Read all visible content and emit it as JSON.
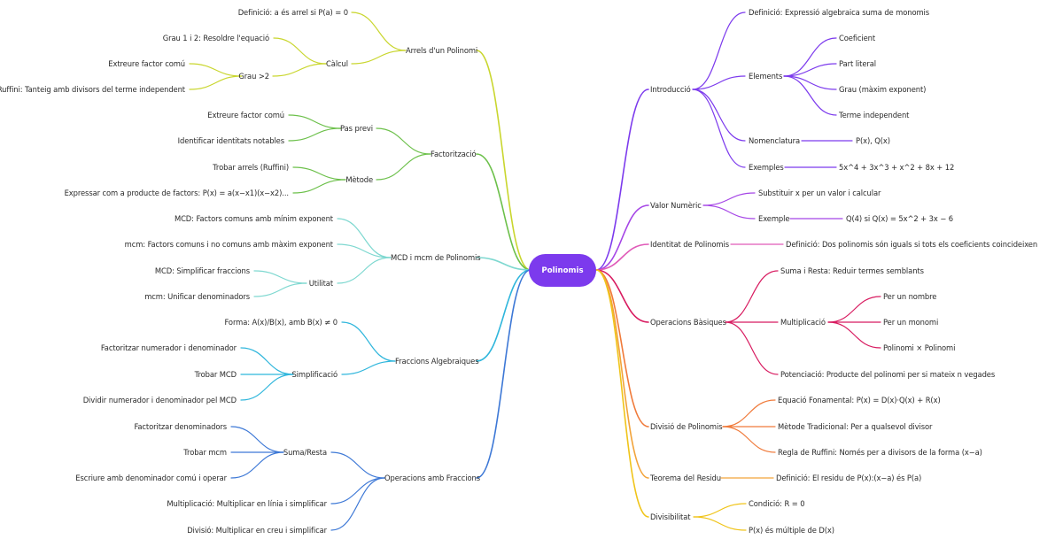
{
  "root": {
    "label": "Polinomis",
    "color": "#7c3aed"
  },
  "colors": {
    "arrels": "#c9d62e",
    "factoritzacio": "#6cc04a",
    "mcd": "#7ed8d0",
    "fraccions": "#2fb6dc",
    "operacions_fraccions": "#3d78d6",
    "introduccio": "#7c3aed",
    "valor": "#a545e6",
    "identitat": "#e05ab8",
    "operacions": "#d81b60",
    "divisio": "#f07a3a",
    "residu": "#f2a33a",
    "divisibilitat": "#f0c419"
  },
  "left": {
    "arrels": {
      "label": "Arrels d'un Polinomi",
      "definicio": "Definició: a és arrel si P(a) = 0",
      "calcul": {
        "label": "Càlcul",
        "grau12": "Grau 1 i 2: Resoldre l'equació",
        "grau2": {
          "label": "Grau >2",
          "factor": "Extreure factor comú",
          "ruffini": "Ruffini: Tanteig amb divisors del terme independent"
        }
      }
    },
    "factoritzacio": {
      "label": "Factorització",
      "pas_previ": {
        "label": "Pas previ",
        "factor": "Extreure factor comú",
        "identitats": "Identificar identitats notables"
      },
      "metode": {
        "label": "Mètode",
        "arrels": "Trobar arrels (Ruffini)",
        "producte": "Expressar com a producte de factors: P(x) = a(x−x1)(x−x2)..."
      }
    },
    "mcd": {
      "label": "MCD i mcm de Polinomis",
      "mcd_def": "MCD: Factors comuns amb mínim exponent",
      "mcm_def": "mcm: Factors comuns i no comuns amb màxim exponent",
      "utilitat": {
        "label": "Utilitat",
        "mcd": "MCD: Simplificar fraccions",
        "mcm": "mcm: Unificar denominadors"
      }
    },
    "fraccions": {
      "label": "Fraccions Algebraiques",
      "forma": "Forma: A(x)/B(x), amb B(x) ≠ 0",
      "simplificacio": {
        "label": "Simplificació",
        "factoritzar": "Factoritzar numerador i denominador",
        "trobar": "Trobar MCD",
        "dividir": "Dividir numerador i denominador pel MCD"
      }
    },
    "operacions_fraccions": {
      "label": "Operacions amb Fraccions",
      "suma": {
        "label": "Suma/Resta",
        "factoritzar": "Factoritzar denominadors",
        "trobar": "Trobar mcm",
        "escriure": "Escriure amb denominador comú i operar"
      },
      "multiplicacio": "Multiplicació: Multiplicar en línia i simplificar",
      "divisio": "Divisió: Multiplicar en creu i simplificar"
    }
  },
  "right": {
    "introduccio": {
      "label": "Introducció",
      "definicio": "Definició: Expressió algebraica suma de monomis",
      "elements": {
        "label": "Elements",
        "coeficient": "Coeficient",
        "literal": "Part literal",
        "grau": "Grau (màxim exponent)",
        "terme": "Terme independent"
      },
      "nomenclatura": {
        "label": "Nomenclatura",
        "value": "P(x), Q(x)"
      },
      "exemples": {
        "label": "Exemples",
        "value": "5x^4 + 3x^3 + x^2 + 8x + 12"
      }
    },
    "valor": {
      "label": "Valor Numèric",
      "substituir": "Substituir x per un valor i calcular",
      "exemple": {
        "label": "Exemple",
        "value": "Q(4) si Q(x) = 5x^2 + 3x − 6"
      }
    },
    "identitat": {
      "label": "Identitat de Polinomis",
      "definicio": "Definició: Dos polinomis són iguals si tots els coeficients coincideixen"
    },
    "operacions": {
      "label": "Operacions Bàsiques",
      "suma": "Suma i Resta: Reduir termes semblants",
      "multiplicacio": {
        "label": "Multiplicació",
        "nombre": "Per un nombre",
        "monomi": "Per un monomi",
        "polinomi": "Polinomi × Polinomi"
      },
      "potenciacio": "Potenciació: Producte del polinomi per si mateix n vegades"
    },
    "divisio": {
      "label": "Divisió de Polinomis",
      "equacio": "Equació Fonamental: P(x) = D(x)·Q(x) + R(x)",
      "tradicional": "Mètode Tradicional: Per a qualsevol divisor",
      "ruffini": "Regla de Ruffini: Només per a divisors de la forma (x−a)"
    },
    "residu": {
      "label": "Teorema del Residu",
      "definicio": "Definició: El residu de P(x):(x−a) és P(a)"
    },
    "divisibilitat": {
      "label": "Divisibilitat",
      "condicio": "Condició: R = 0",
      "multiple": "P(x) és múltiple de D(x)"
    }
  }
}
